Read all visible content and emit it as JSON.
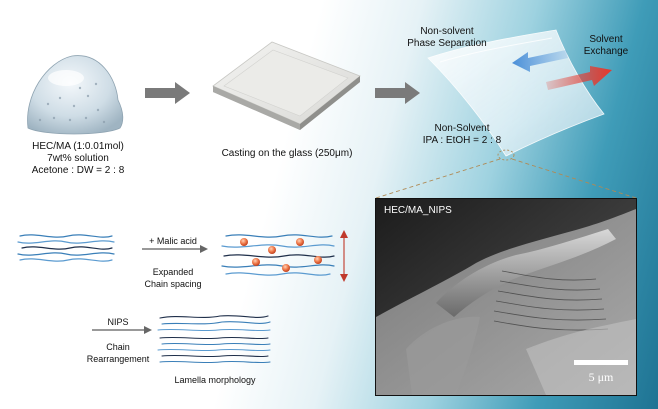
{
  "colors": {
    "chain_blue": "#3a7fb8",
    "chain_dark": "#1f2f4a",
    "arrow_gray": "#666666",
    "arrow_red": "#e8382c",
    "arrow_blue": "#4a8fd8",
    "dashed_link": "#b08a55",
    "sem_background": "#2a2a2a",
    "water_light": "#9ed2e0",
    "water_dark": "#1e7393"
  },
  "top": {
    "solution_label": {
      "line1": "HEC/MA (1:0.01mol)",
      "line2": "7wt% solution",
      "line3": "Acetone : DW = 2 : 8"
    },
    "casting_label": "Casting on the glass (250μm)",
    "nips_label": {
      "line1": "Non-solvent",
      "line2": "Phase Separation"
    },
    "solvent_exchange_label": {
      "line1": "Solvent",
      "line2": "Exchange"
    },
    "nonsolvent_label": {
      "line1": "Non-Solvent",
      "line2": "IPA : EtOH = 2 : 8"
    }
  },
  "bottom": {
    "malic_acid_label": "+ Malic acid",
    "expanded_label": {
      "line1": "Expanded",
      "line2": "Chain spacing"
    },
    "nips_step_label": "NIPS",
    "rearrangement_label": {
      "line1": "Chain",
      "line2": "Rearrangement"
    },
    "lamella_label": "Lamella morphology"
  },
  "sem": {
    "label": "HEC/MA_NIPS",
    "scale_label": "5 μm"
  }
}
